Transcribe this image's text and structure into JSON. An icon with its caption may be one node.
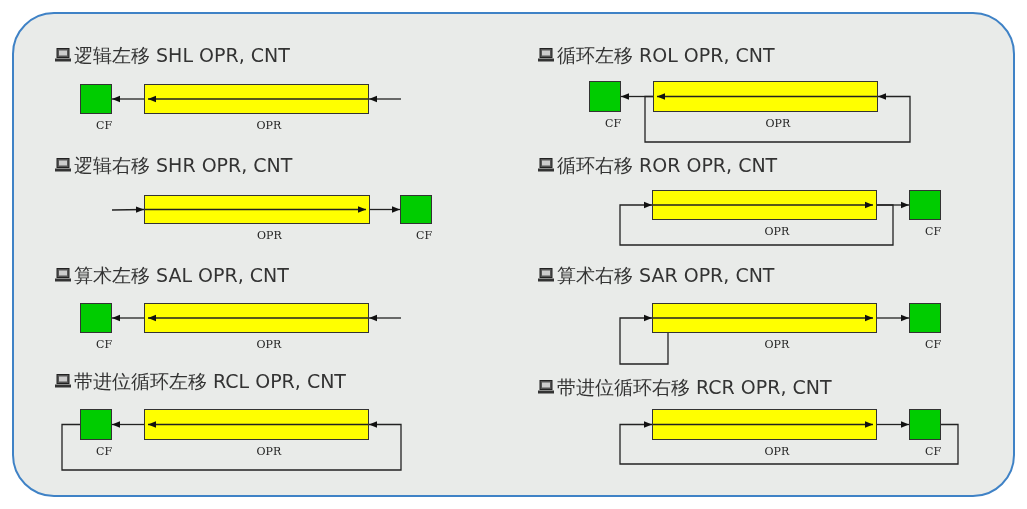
{
  "diagram": {
    "nodes": [
      {
        "text": [],
        "shape": "box",
        "beside": [
          "CF"
        ]
      },
      {
        "text": [],
        "shape": "bar",
        "beside": [
          "OPR"
        ]
      },
      {
        "text": [],
        "shape": "bar",
        "beside": [
          "OPR"
        ]
      },
      {
        "text": [],
        "shape": "box",
        "beside": [
          "CF"
        ]
      },
      {
        "text": [],
        "shape": "box",
        "beside": [
          "CF"
        ]
      },
      {
        "text": [],
        "shape": "bar",
        "beside": [
          "OPR"
        ]
      },
      {
        "text": [],
        "shape": "box",
        "beside": [
          "CF"
        ]
      },
      {
        "text": [],
        "shape": "bar",
        "beside": [
          "OPR"
        ]
      },
      {
        "text": [],
        "shape": "box",
        "beside": [
          "CF"
        ]
      },
      {
        "text": [],
        "shape": "bar",
        "beside": [
          "OPR"
        ]
      },
      {
        "text": [],
        "shape": "bar",
        "beside": [
          "OPR"
        ]
      },
      {
        "text": [],
        "shape": "box",
        "beside": [
          "CF"
        ]
      },
      {
        "text": [],
        "shape": "bar",
        "beside": [
          "OPR"
        ]
      },
      {
        "text": [],
        "shape": "box",
        "beside": [
          "CF"
        ]
      },
      {
        "text": [],
        "shape": "bar",
        "beside": [
          "OPR"
        ]
      },
      {
        "text": [],
        "shape": "box",
        "beside": [
          "CF"
        ]
      }
    ],
    "edges": [
      {
        "from": null,
        "to": 1,
        "arrow": "to"
      },
      {
        "from": 1,
        "to": 0,
        "arrow": "to"
      },
      {
        "from": null,
        "to": 2,
        "arrow": "to"
      },
      {
        "from": 2,
        "to": 3,
        "arrow": "to"
      },
      {
        "from": null,
        "to": 5,
        "arrow": "to"
      },
      {
        "from": 5,
        "to": 4,
        "arrow": "to"
      },
      {
        "from": 7,
        "to": 6,
        "arrow": "to"
      },
      {
        "from": 6,
        "to": 7,
        "arrow": "to"
      },
      {
        "from": 9,
        "to": 8,
        "arrow": "to"
      },
      {
        "from": 9,
        "to": 9,
        "arrow": "to"
      },
      {
        "from": 10,
        "to": 11,
        "arrow": "to"
      },
      {
        "from": 10,
        "to": 10,
        "arrow": "to"
      },
      {
        "from": 12,
        "to": 13,
        "arrow": "to"
      },
      {
        "from": 12,
        "to": 12,
        "arrow": "to"
      },
      {
        "from": 14,
        "to": 15,
        "arrow": "to"
      },
      {
        "from": 15,
        "to": 14,
        "arrow": "to"
      }
    ],
    "labels": [
      "逻辑左移 SHL OPR, CNT",
      "逻辑右移 SHR OPR, CNT",
      "算术左移 SAL OPR, CNT",
      "带进位循环左移 RCL OPR, CNT",
      "循环左移 ROL OPR, CNT",
      "循环右移 ROR OPR, CNT",
      "算术右移 SAR OPR, CNT",
      "带进位循环右移 RCR OPR, CNT"
    ]
  }
}
